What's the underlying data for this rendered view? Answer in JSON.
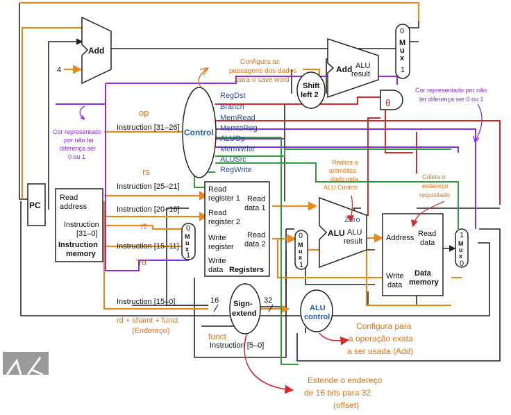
{
  "colors": {
    "orange": "#e58a1b",
    "purple": "#8a2be2",
    "red": "#d62828",
    "green": "#2e9e3e",
    "black": "#222222",
    "control_blue": "#1f5fb4",
    "annotation_orange": "#e0731a",
    "annotation_red": "#d62b2b"
  },
  "blocks": {
    "pc": "PC",
    "add_top": "Add",
    "const_four": "4",
    "alu_add": {
      "add": "Add",
      "alu": "ALU",
      "result": "result"
    },
    "mux_top": {
      "zero": "0",
      "m1": "M",
      "m2": "u",
      "m3": "x",
      "one": "1"
    },
    "shift": {
      "line1": "Shift",
      "line2": "left 2"
    },
    "and_gate_value": "0",
    "control": "Control",
    "control_signals": [
      "RegDst",
      "Branch",
      "MemRead",
      "MemtoReg",
      "ALUOp",
      "MemWrite",
      "ALUSrc",
      "RegWrite"
    ],
    "imem": {
      "read": "Read",
      "address": "address",
      "instruction": "Instruction",
      "range": "[31–0]",
      "title1": "Instruction",
      "title2": "memory"
    },
    "instr_fields": [
      "Instruction [31–26]",
      "Instruction [25–21]",
      "Instruction [20–16]",
      "Instruction [15–11]",
      "Instruction [15–0]",
      "Instruction [5–0]"
    ],
    "registers": {
      "rr1a": "Read",
      "rr1b": "register 1",
      "rr2a": "Read",
      "rr2b": "register 2",
      "wra": "Write",
      "wrb": "register",
      "wda": "Write",
      "wdb": "data",
      "rd1a": "Read",
      "rd1b": "data 1",
      "rd2a": "Read",
      "rd2b": "data 2",
      "title": "Registers"
    },
    "mux_reg": {
      "zero": "0",
      "m1": "M",
      "m2": "u",
      "m3": "x",
      "one": "1"
    },
    "mux_alu": {
      "zero": "0",
      "m1": "M",
      "m2": "u",
      "m3": "x",
      "one": "1"
    },
    "mux_mem": {
      "one": "1",
      "m1": "M",
      "m2": "u",
      "m3": "x",
      "zero": "0"
    },
    "alu": {
      "zero": "Zero",
      "alu": "ALU",
      "alu2": "ALU",
      "result": "result"
    },
    "sign_extend": {
      "line1": "Sign-",
      "line2": "extend",
      "bits_in": "16",
      "bits_out": "32"
    },
    "alu_control": {
      "line1": "ALU",
      "line2": "control"
    },
    "dmem": {
      "address": "Address",
      "read1": "Read",
      "read2": "data",
      "write1": "Write",
      "write2": "data",
      "title1": "Data",
      "title2": "memory"
    }
  },
  "annotations": {
    "op": "op",
    "rs": "rs",
    "rt": "rt",
    "rd_quoted": "\"rd\"",
    "funct": "funct",
    "rd_shamt": [
      "rd + shamt + funct",
      "(Endereço)"
    ],
    "config_dados": [
      "Configura as",
      "passagens dos dados",
      "para o save word"
    ],
    "cor_left": [
      "Cor representado",
      "por não ter",
      "diferença ser",
      "0 ou 1"
    ],
    "cor_right": [
      "Cor representado por não",
      "ter diferença ser 0 ou 1"
    ],
    "realiza": [
      "Realiza a",
      "aritmética",
      "dado pela",
      "ALU Control"
    ],
    "coleta": [
      "Coleta o",
      "endereço",
      "requisitado"
    ],
    "configura_op": [
      "Configura para",
      "a operação exata",
      "a ser usada (Add)"
    ],
    "estende": [
      "Estende o endereço",
      "de 16 bits para 32",
      "(offset)"
    ]
  }
}
